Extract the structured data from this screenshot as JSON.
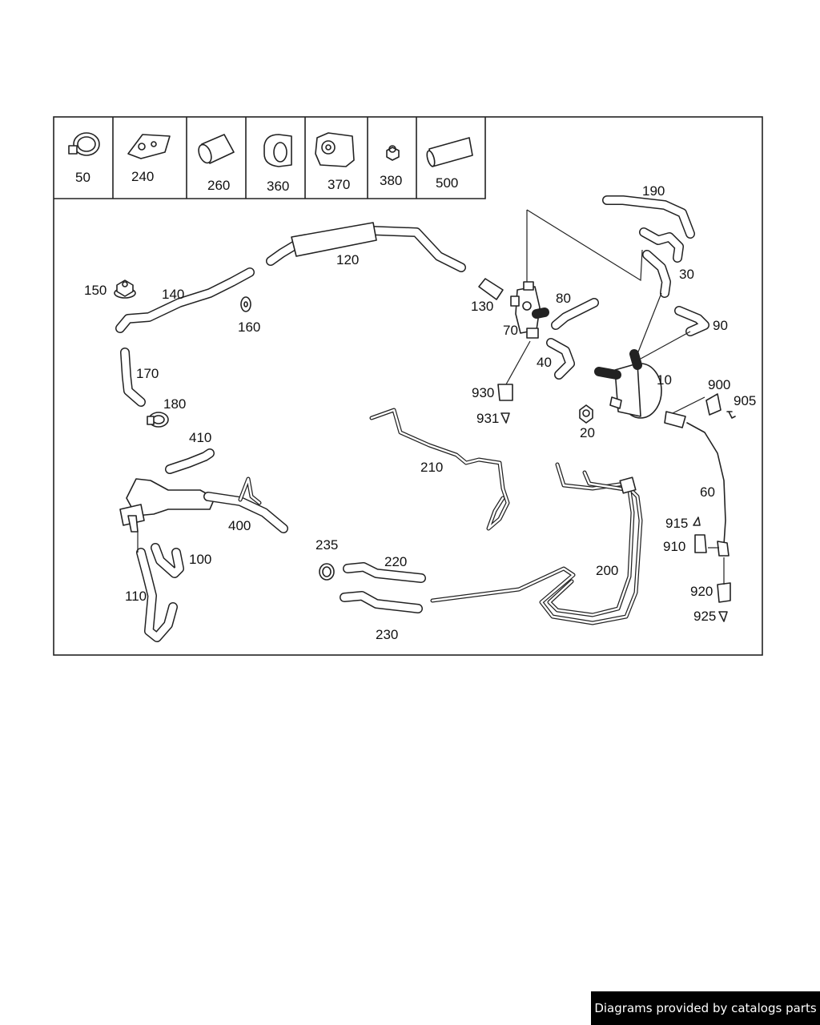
{
  "footer_text": "Diagrams provided by catalogs parts",
  "legend_labels": [
    "50",
    "240",
    "260",
    "360",
    "370",
    "380",
    "500"
  ],
  "callouts": {
    "p10": "10",
    "p20": "20",
    "p30": "30",
    "p40": "40",
    "p60": "60",
    "p70": "70",
    "p80": "80",
    "p90": "90",
    "p100": "100",
    "p110": "110",
    "p120": "120",
    "p130": "130",
    "p140": "140",
    "p150": "150",
    "p160": "160",
    "p170": "170",
    "p180": "180",
    "p190": "190",
    "p200": "200",
    "p210": "210",
    "p220": "220",
    "p230": "230",
    "p235": "235",
    "p400": "400",
    "p410": "410",
    "p900": "900",
    "p905": "905",
    "p910": "910",
    "p915": "915",
    "p920": "920",
    "p925": "925",
    "p930": "930",
    "p931": "931"
  }
}
